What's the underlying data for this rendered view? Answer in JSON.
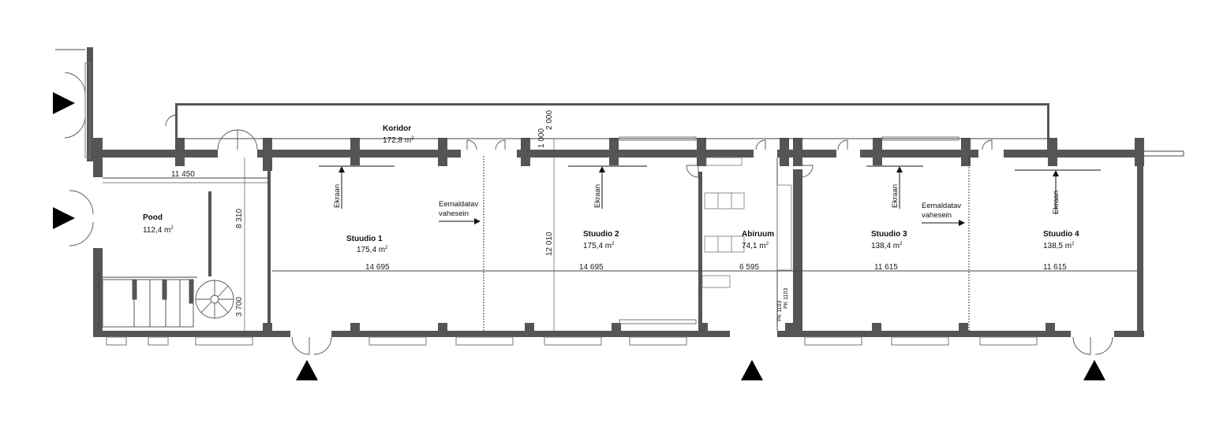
{
  "rooms": {
    "koridor": {
      "name": "Koridor",
      "area": "172,8 m",
      "unit_sup": "2"
    },
    "pood": {
      "name": "Pood",
      "area": "112,4 m",
      "unit_sup": "2"
    },
    "stuudio1": {
      "name": "Stuudio 1",
      "area": "175,4 m",
      "unit_sup": "2"
    },
    "stuudio2": {
      "name": "Stuudio 2",
      "area": "175,4 m",
      "unit_sup": "2"
    },
    "abiruum": {
      "name": "Abiruum",
      "area": "74,1 m",
      "unit_sup": "2"
    },
    "stuudio3": {
      "name": "Stuudio 3",
      "area": "138,4 m",
      "unit_sup": "2"
    },
    "stuudio4": {
      "name": "Stuudio 4",
      "area": "138,5 m",
      "unit_sup": "2"
    }
  },
  "dimensions": {
    "pood_width": "11 450",
    "pood_depth": "8 310",
    "stair_depth": "3 700",
    "corridor_width": "2 000",
    "corridor_offset": "1 000",
    "building_depth": "12 010",
    "stuudio1_width": "14 695",
    "stuudio2_width": "14 695",
    "abiruum_width": "6 595",
    "stuudio3_width": "11 615",
    "stuudio4_width": "11 615"
  },
  "labels": {
    "screen": "Ekraan",
    "removable_wall_line1": "Eemaldatav",
    "removable_wall_line2": "vahesein",
    "pk_left": "PK 1103",
    "pk_right": "PK 1103"
  },
  "colors": {
    "wall": "#555555",
    "thin_line": "#333333",
    "window": "#8a8a8a",
    "accent_blue": "#3b6fb5"
  },
  "icons": [
    "entrance-arrow-icon",
    "door-swing-icon",
    "stair-icon",
    "screen-arrow-icon",
    "removable-wall-arrow-icon"
  ]
}
